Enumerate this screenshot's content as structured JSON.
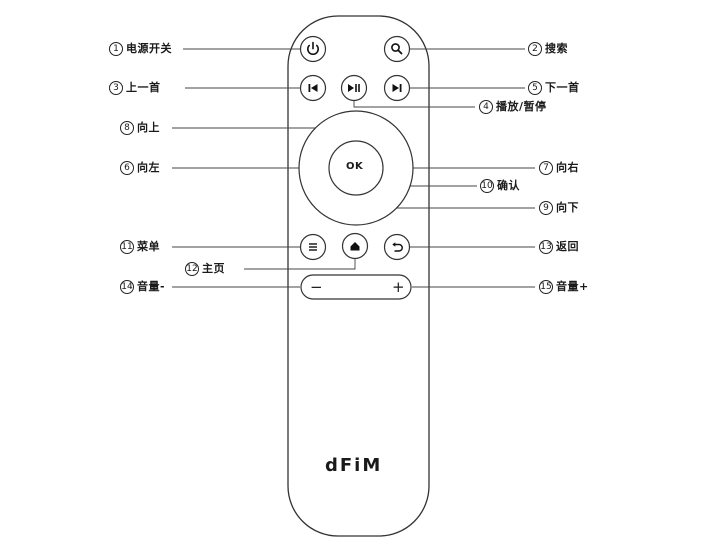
{
  "remote": {
    "ok_label": "OK",
    "brand": "dFiM",
    "volume_minus": "−",
    "volume_plus": "+"
  },
  "labels": [
    {
      "num": "1",
      "text": "电源开关"
    },
    {
      "num": "2",
      "text": "搜索"
    },
    {
      "num": "3",
      "text": "上一首"
    },
    {
      "num": "5",
      "text": "下一首"
    },
    {
      "num": "4",
      "text": "播放/暂停"
    },
    {
      "num": "8",
      "text": "向上"
    },
    {
      "num": "6",
      "text": "向左"
    },
    {
      "num": "7",
      "text": "向右"
    },
    {
      "num": "10",
      "text": "确认"
    },
    {
      "num": "9",
      "text": "向下"
    },
    {
      "num": "11",
      "text": "菜单"
    },
    {
      "num": "13",
      "text": "返回"
    },
    {
      "num": "12",
      "text": "主页"
    },
    {
      "num": "14",
      "text": "音量-"
    },
    {
      "num": "15",
      "text": "音量+"
    }
  ]
}
